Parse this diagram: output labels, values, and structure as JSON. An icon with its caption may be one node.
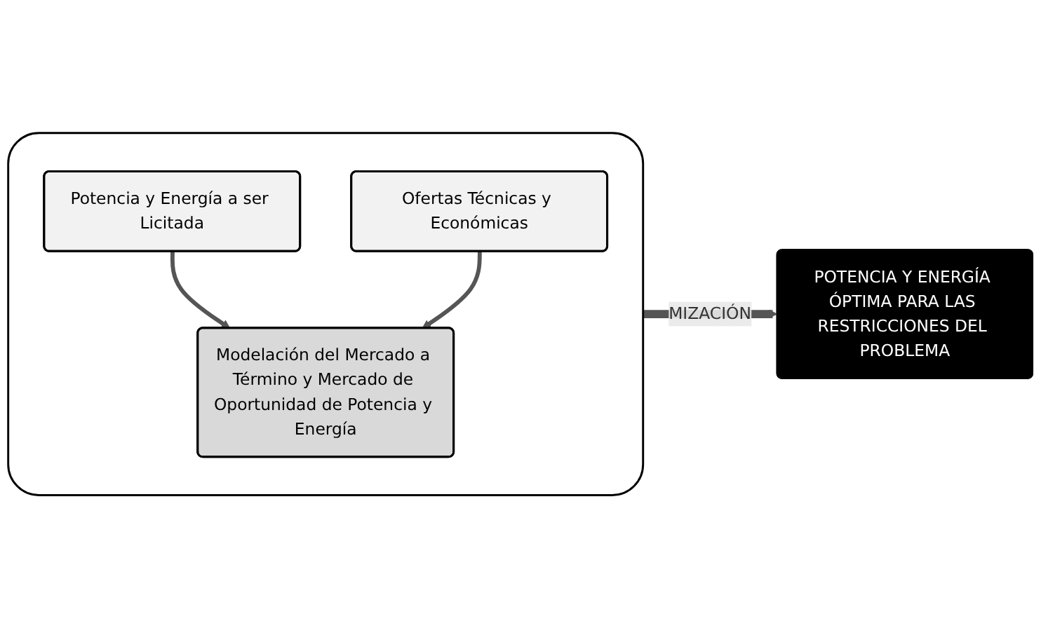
{
  "diagram": {
    "nodes": [
      {
        "text": [],
        "shape": "box"
      },
      {
        "text": [
          "Potencia y Energía a ser Licitada"
        ],
        "in": 0
      },
      {
        "text": [
          "Modelación del Mercado a Término y Mercado de Oportunidad de Potencia y Energía"
        ],
        "in": 0
      },
      {
        "text": [
          "Ofertas Técnicas y Económicas"
        ],
        "in": 0
      },
      {
        "text": [
          "POTENCIA Y ENERGÍA ÓPTIMA PARA LAS RESTRICCIONES DEL PROBLEMA"
        ]
      }
    ],
    "edges": [
      {
        "from": 1,
        "to": 2,
        "arrow": "to"
      },
      {
        "from": 3,
        "to": 2,
        "arrow": "to"
      },
      {
        "from": 0,
        "to": 4,
        "arrow": "to",
        "label": "MIZACIÓN",
        "style": "thick"
      }
    ]
  }
}
